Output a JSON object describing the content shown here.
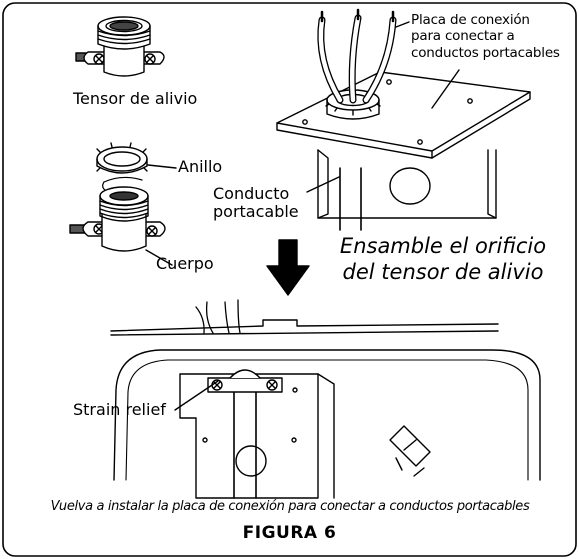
{
  "labels": {
    "tensor": "Tensor de alivio",
    "anillo": "Anillo",
    "conducto_line1": "Conducto",
    "conducto_line2": "portacable",
    "cuerpo": "Cuerpo",
    "placa_line1": "Placa de conexión",
    "placa_line2": "para conectar a",
    "placa_line3": "conductos portacables",
    "ensamble_line1": "Ensamble el orificio",
    "ensamble_line2": "del tensor de alivio",
    "strain": "Strain relief"
  },
  "caption": "Vuelva a instalar la placa de conexión para conectar a conductos portacables",
  "figure_title": "FIGURA 6"
}
